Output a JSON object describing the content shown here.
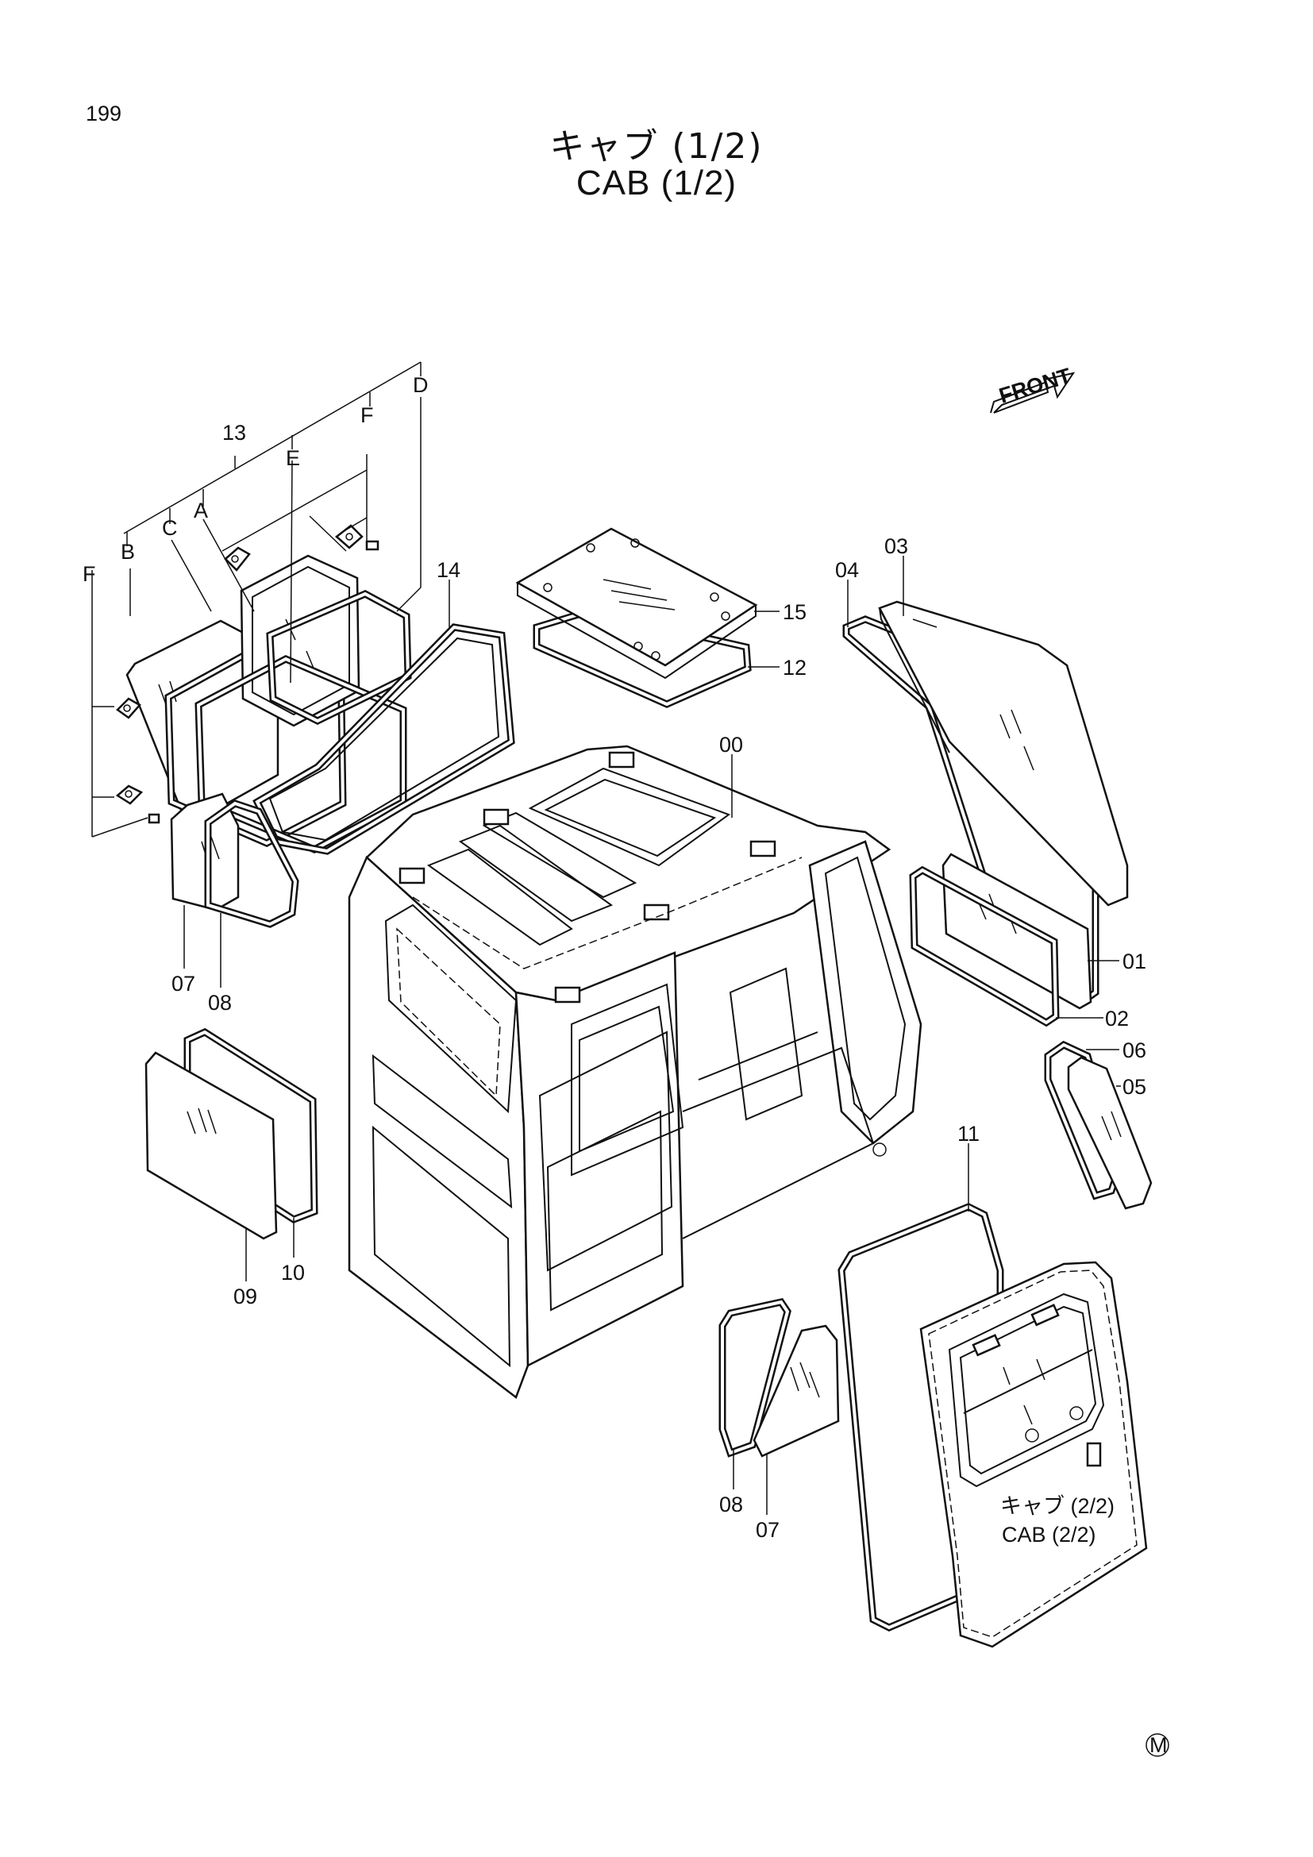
{
  "page_number": "199",
  "title_jp": "キャブ (1/2)",
  "title_en": "CAB (1/2)",
  "front_indicator": "FRONT",
  "mark_symbol": "M",
  "reference": {
    "jp": "キャブ (2/2)",
    "en": "CAB (2/2)"
  },
  "callouts": {
    "c00": "00",
    "c01": "01",
    "c02": "02",
    "c03": "03",
    "c04": "04",
    "c05": "05",
    "c06": "06",
    "c07a": "07",
    "c07b": "07",
    "c08a": "08",
    "c08b": "08",
    "c09": "09",
    "c10": "10",
    "c11": "11",
    "c12": "12",
    "c13": "13",
    "c14": "14",
    "c15": "15"
  },
  "letters": {
    "A": "A",
    "B": "B",
    "C": "C",
    "D": "D",
    "E": "E",
    "F1": "F",
    "F2": "F"
  }
}
